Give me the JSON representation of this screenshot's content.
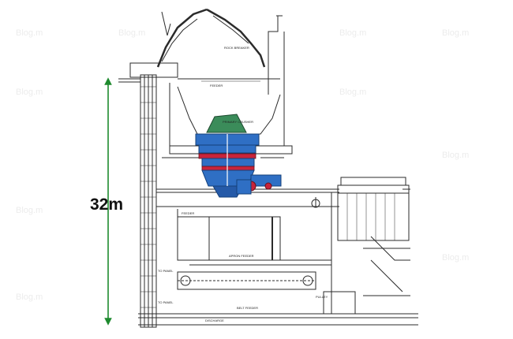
{
  "dimension": {
    "label": "32m",
    "color": "#1e8a2e"
  },
  "drawing_labels": {
    "primary_crusher": "PRIMARY\nCRUSHER",
    "rock_breaker": "ROCK BREAKER",
    "feeder_top": "FEEDER",
    "feeder_mid": "FEEDER",
    "apron_feeder": "APRON FEEDER",
    "belt_feeder": "BELT FEEDER",
    "pulley": "PULLEY",
    "discharge": "DISCHARGE",
    "panel_a": "TO PANEL",
    "panel_b": "TO PANEL"
  },
  "colors": {
    "line": "#2b2b2b",
    "crusher_body": "#2f6fc4",
    "crusher_top": "#3b8c5a",
    "crusher_band": "#c8243a",
    "watermark": "#ececec"
  },
  "watermark": "Blog.m"
}
